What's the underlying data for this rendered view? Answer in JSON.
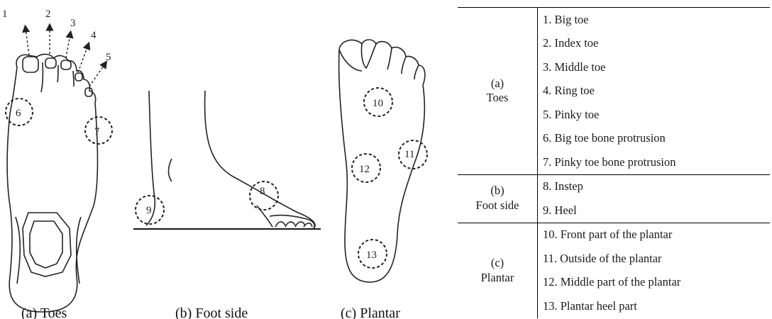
{
  "figure": {
    "captions": {
      "a": "(a) Toes",
      "b": "(b) Foot side",
      "c": "(c) Plantar"
    },
    "markers": [
      "1",
      "2",
      "3",
      "4",
      "5",
      "6",
      "7",
      "8",
      "9",
      "10",
      "11",
      "12",
      "13"
    ]
  },
  "legend": {
    "groups": [
      {
        "category_line1": "(a)",
        "category_line2": "Toes",
        "items": [
          "1. Big toe",
          "2. Index toe",
          "3. Middle toe",
          "4. Ring toe",
          "5. Pinky toe",
          "6. Big toe bone protrusion",
          "7. Pinky toe bone protrusion"
        ]
      },
      {
        "category_line1": "(b)",
        "category_line2": "Foot side",
        "items": [
          "8. Instep",
          "9. Heel"
        ]
      },
      {
        "category_line1": "(c)",
        "category_line2": "Plantar",
        "items": [
          "10. Front part of the plantar",
          "11. Outside of the plantar",
          "12. Middle part of the plantar",
          "13. Plantar heel part"
        ]
      }
    ]
  }
}
